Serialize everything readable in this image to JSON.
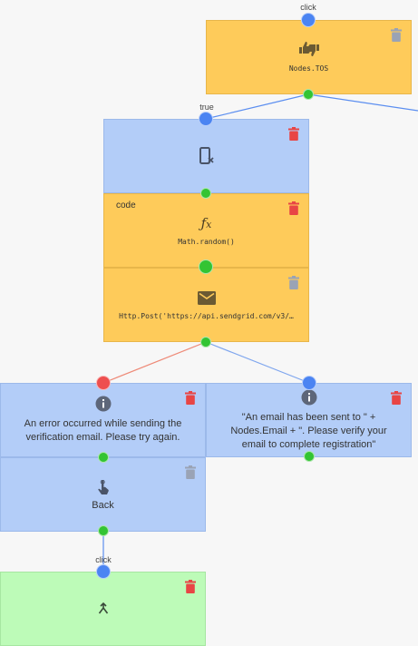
{
  "colors": {
    "condition_node": "#fecb5a",
    "action_node": "#b3cdf8",
    "entry_node": "#bdfbb8",
    "in_port": "#4b84f2",
    "error_port": "#ee4f4f",
    "out_port": "#33c433",
    "delete_active": "#e84545",
    "delete_disabled": "#9aa3b5"
  },
  "tos_node": {
    "port_label": "click",
    "icon": "thumbs-up-down-icon",
    "expression": "Nodes.TOS"
  },
  "verify_group": {
    "port_label": "true",
    "device_icon": "mobile-close-icon",
    "code_label": "code",
    "code_icon": "function-fx-icon",
    "code_expression": "Math.random()",
    "email_icon": "envelope-icon",
    "email_expression": "Http.Post('https://api.sendgrid.com/v3/…"
  },
  "error_group": {
    "icon": "info-icon",
    "message": "An error occurred while sending the verification email. Please try again.",
    "back_icon": "tap-hand-icon",
    "back_label": "Back"
  },
  "success_node": {
    "icon": "info-icon",
    "message": "\"An email has been sent to \" + Nodes.Email + \". Please verify your email to complete registration\""
  },
  "entry_node": {
    "port_label": "click",
    "icon": "merge-arrow-icon"
  }
}
